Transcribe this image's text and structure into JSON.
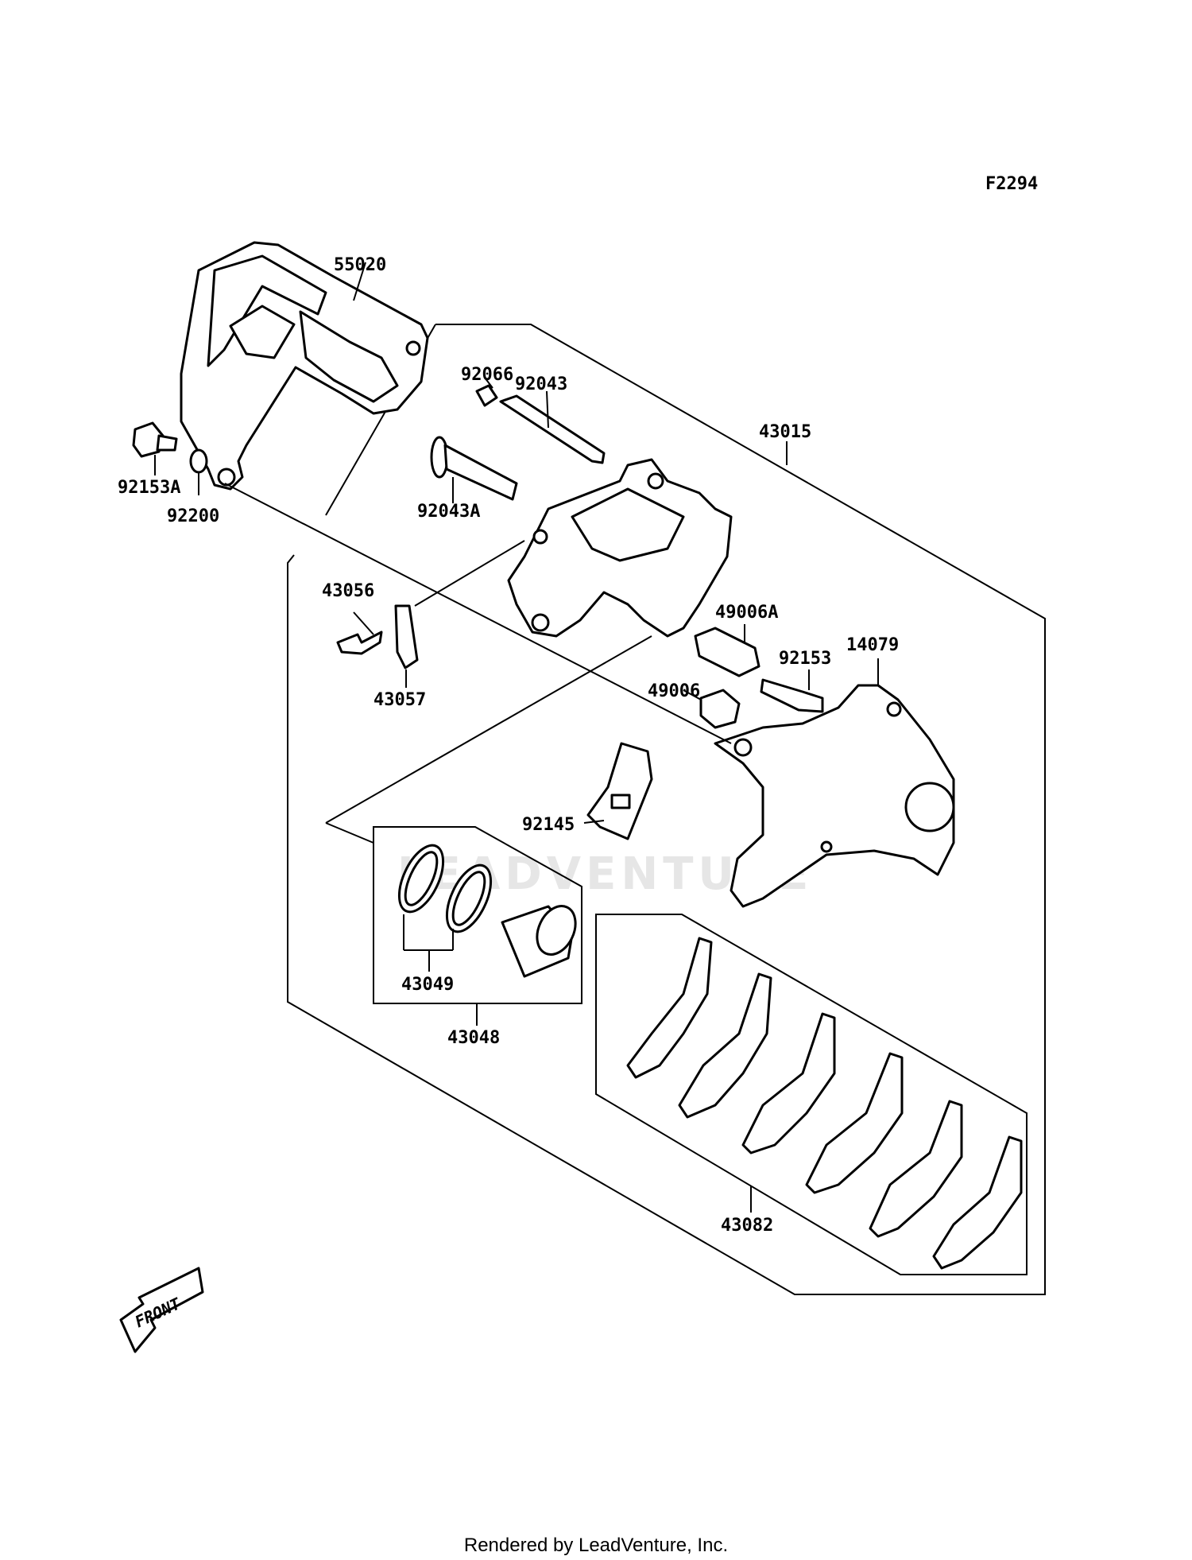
{
  "diagram_code": "F2294",
  "parts": [
    {
      "id": "55020"
    },
    {
      "id": "92066"
    },
    {
      "id": "92043"
    },
    {
      "id": "43015"
    },
    {
      "id": "92153A"
    },
    {
      "id": "92200"
    },
    {
      "id": "92043A"
    },
    {
      "id": "43056"
    },
    {
      "id": "43057"
    },
    {
      "id": "49006A"
    },
    {
      "id": "92153"
    },
    {
      "id": "14079"
    },
    {
      "id": "49006"
    },
    {
      "id": "92145"
    },
    {
      "id": "43049"
    },
    {
      "id": "43048"
    },
    {
      "id": "43082"
    }
  ],
  "front_label": "FRONT",
  "watermark": "LEADVENTURE",
  "footer": "Rendered by LeadVenture, Inc."
}
